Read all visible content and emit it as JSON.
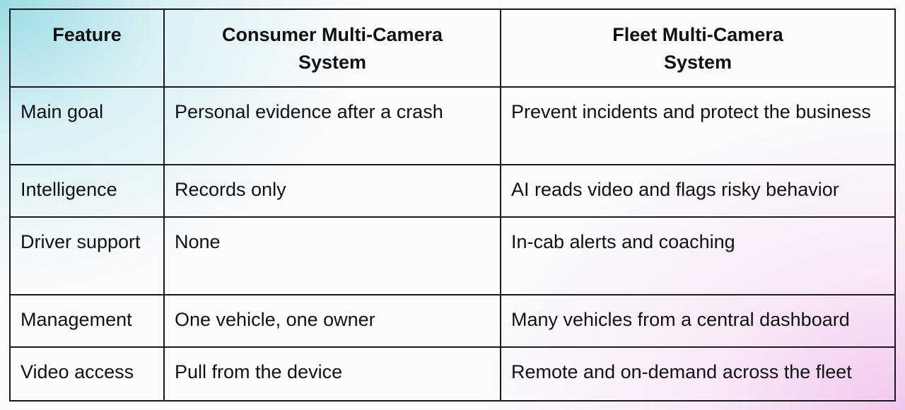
{
  "table": {
    "headers": {
      "feature": "Feature",
      "consumer_line1": "Consumer Multi-Camera",
      "consumer_line2": "System",
      "fleet_line1": "Fleet Multi-Camera",
      "fleet_line2": "System"
    },
    "rows": [
      {
        "feature": "Main goal",
        "consumer": "Personal evidence after a crash",
        "fleet": "Prevent incidents and protect the business"
      },
      {
        "feature": "Intelligence",
        "consumer": "Records only",
        "fleet": "AI reads video and flags risky behavior"
      },
      {
        "feature": "Driver support",
        "consumer": "None",
        "fleet": "In-cab alerts and coaching"
      },
      {
        "feature": "Management",
        "consumer": "One vehicle, one owner",
        "fleet": "Many vehicles from a central dashboard"
      },
      {
        "feature": "Video access",
        "consumer": "Pull from the device",
        "fleet": "Remote and on-demand across the fleet"
      }
    ]
  },
  "colors": {
    "border": "#1a1a1a",
    "gradient_top_left": "#96dae2",
    "gradient_bottom_right": "#f0c4ec"
  }
}
